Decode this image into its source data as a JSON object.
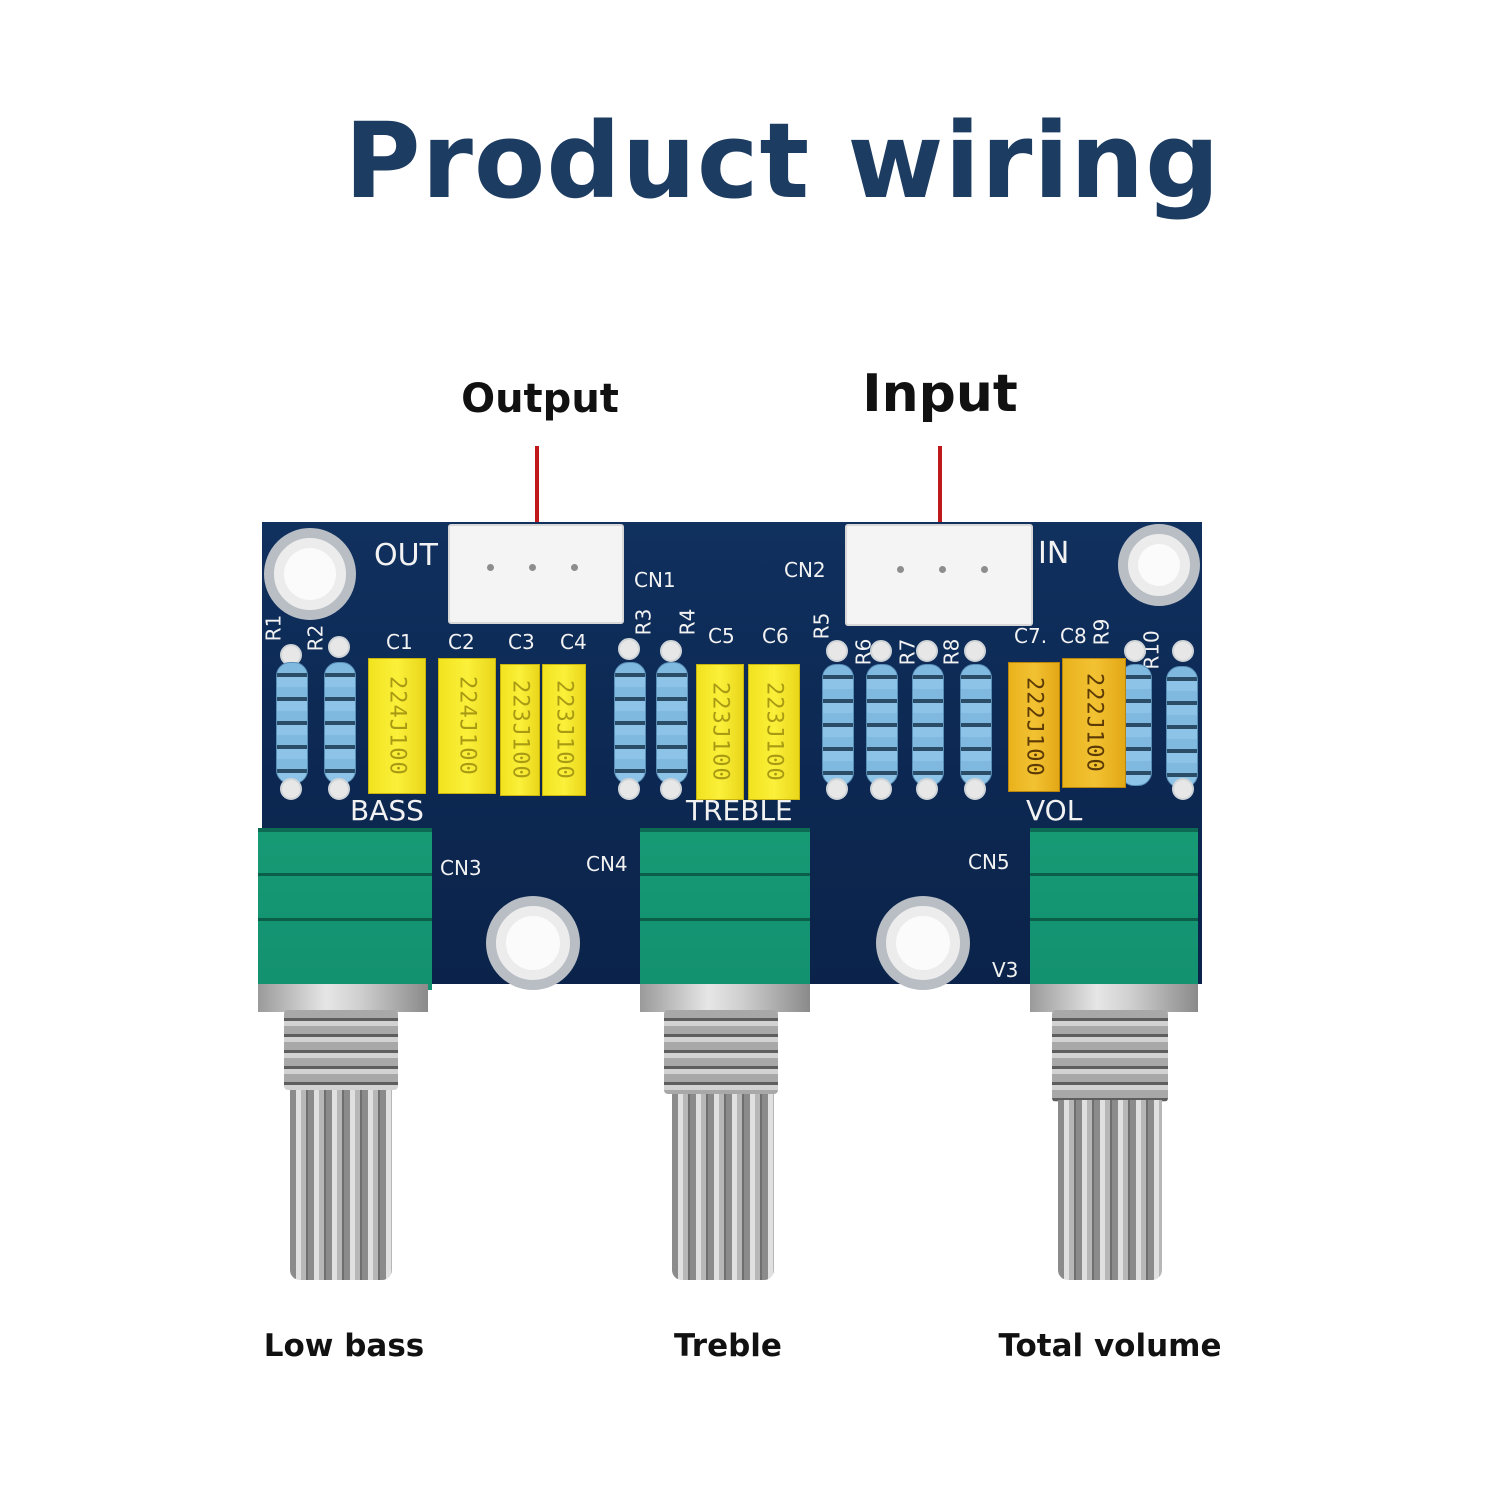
{
  "title": "Product wiring",
  "callouts": {
    "output": "Output",
    "input": "Input"
  },
  "colors": {
    "title": "#1d3c62",
    "wire": "#c0191c",
    "pcb": "#0d2a55",
    "potentiometer": "#169a74",
    "capacitor_yellow": "#f6e82a",
    "capacitor_orange": "#ecb826"
  },
  "board": {
    "silkscreen": {
      "out": "OUT",
      "in": "IN",
      "cn1": "CN1",
      "cn2": "CN2",
      "cn3": "CN3",
      "cn4": "CN4",
      "cn5": "CN5",
      "v3": "V3",
      "bass": "BASS",
      "treble": "TREBLE",
      "vol": "VOL"
    },
    "resistors": [
      "R1",
      "R2",
      "R3",
      "R4",
      "R5",
      "R6",
      "R7",
      "R8",
      "R9",
      "R10"
    ],
    "capacitors": [
      {
        "ref": "C1",
        "marking": "224J100"
      },
      {
        "ref": "C2",
        "marking": "224J100"
      },
      {
        "ref": "C3",
        "marking": "223J100"
      },
      {
        "ref": "C4",
        "marking": "223J100"
      },
      {
        "ref": "C5",
        "marking": "223J100"
      },
      {
        "ref": "C6",
        "marking": "223J100"
      },
      {
        "ref": "C7.",
        "marking": "222J100"
      },
      {
        "ref": "C8",
        "marking": "222J100"
      }
    ]
  },
  "knob_labels": [
    "Low bass",
    "Treble",
    "Total volume"
  ]
}
